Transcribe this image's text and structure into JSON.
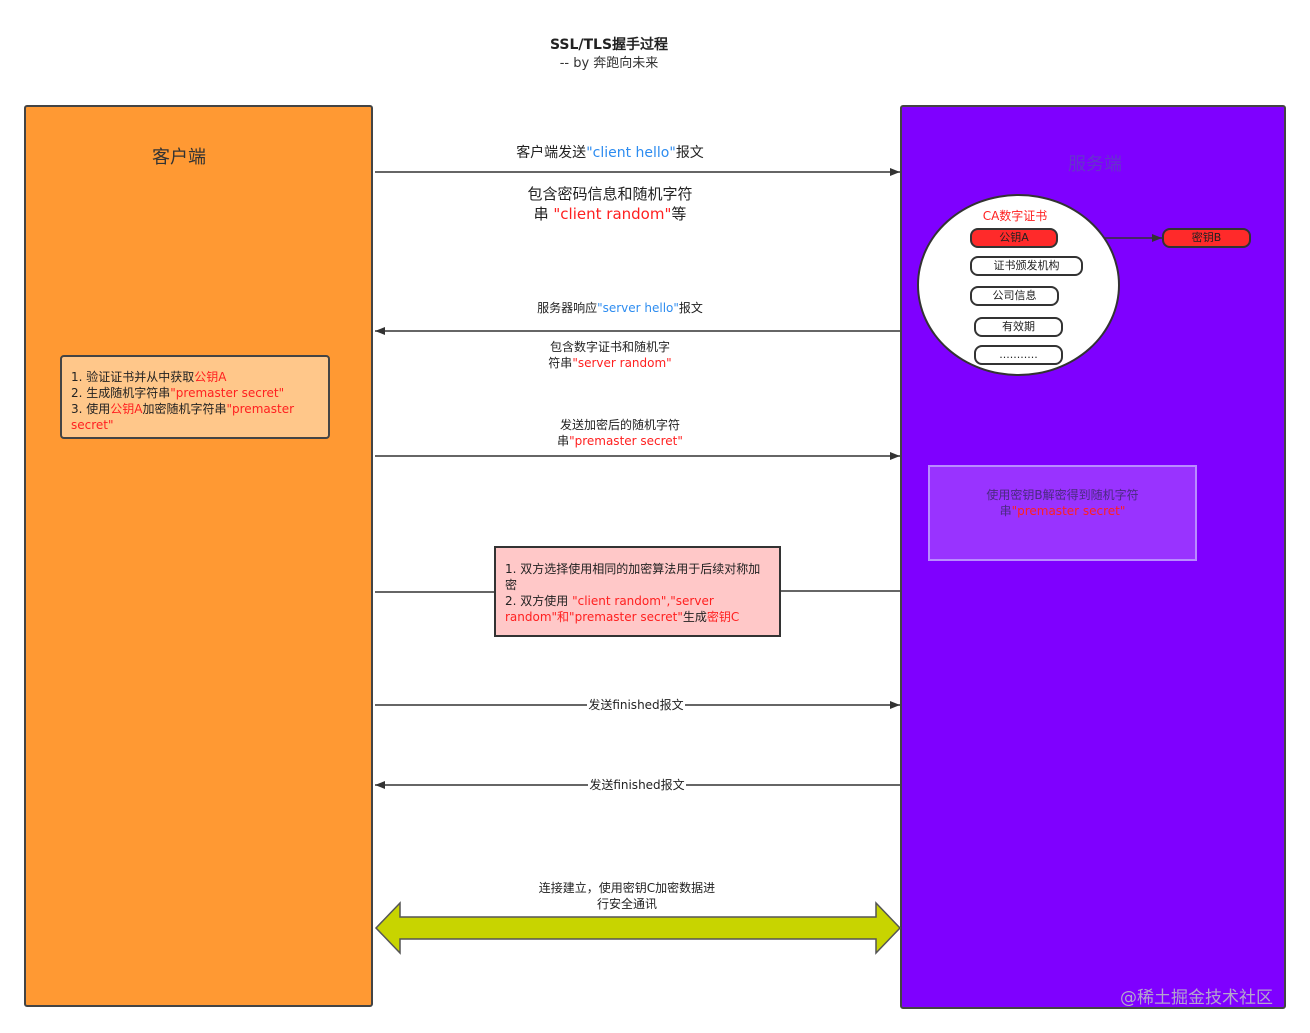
{
  "header": {
    "title": "SSL/TLS握手过程",
    "subtitle": "-- by 奔跑向未来"
  },
  "client": {
    "title": "客户端",
    "note": {
      "l1_prefix": "1. 验证证书并从中获取",
      "l1_key": "公钥A",
      "l2_prefix": "2. 生成随机字符串",
      "l2_value": "\"premaster secret\"",
      "l3_prefix": "3. 使用",
      "l3_key": "公钥A",
      "l3_mid": "加密随机字符串",
      "l3_value": "\"premaster secret\""
    }
  },
  "server": {
    "title": "服务端",
    "certificate": {
      "title": "CA数字证书",
      "items": [
        "公钥A",
        "证书颁发机构",
        "公司信息",
        "有效期",
        "..........."
      ]
    },
    "private_key": "密钥B",
    "note": {
      "line1": "使用密钥B解密得到随机字符",
      "line2_prefix": "串",
      "line2_value": "\"premaster secret\""
    }
  },
  "messages": {
    "client_hello": {
      "prefix": "客户端发送",
      "value": "\"client hello\"",
      "suffix": "报文"
    },
    "client_hello_detail": {
      "line1": "包含密码信息和随机字符",
      "line2_prefix": "串 ",
      "line2_value": "\"client random\"",
      "line2_suffix": "等"
    },
    "server_hello": {
      "prefix": "服务器响应",
      "value": "\"server hello\"",
      "suffix": "报文"
    },
    "server_hello_detail": {
      "line1": "包含数字证书和随机字",
      "line2_prefix": "符串",
      "line2_value": "\"server random\""
    },
    "premaster": {
      "line1": "发送加密后的随机字符",
      "line2_prefix": "串",
      "line2_value": "\"premaster secret\""
    },
    "shared_note": {
      "l1": "1. 双方选择使用相同的加密算法用于后续对称加密",
      "l2_prefix": "2. 双方使用 ",
      "l2_value": "\"client random\",\"server random\"和\"premaster secret\"",
      "l2_mid": "生成",
      "l2_key": "密钥C"
    },
    "finished_client": "发送finished报文",
    "finished_server": "发送finished报文",
    "secure": {
      "line1": "连接建立，使用密钥C加密数据进",
      "line2": "行安全通讯"
    }
  },
  "watermark": "@稀土掘金技术社区",
  "colors": {
    "client_panel": "#ff9933",
    "server_panel": "#7f00ff",
    "highlight_red": "#ff2020",
    "highlight_blue": "#2d8cf0",
    "secure_arrow": "#c8d400"
  }
}
